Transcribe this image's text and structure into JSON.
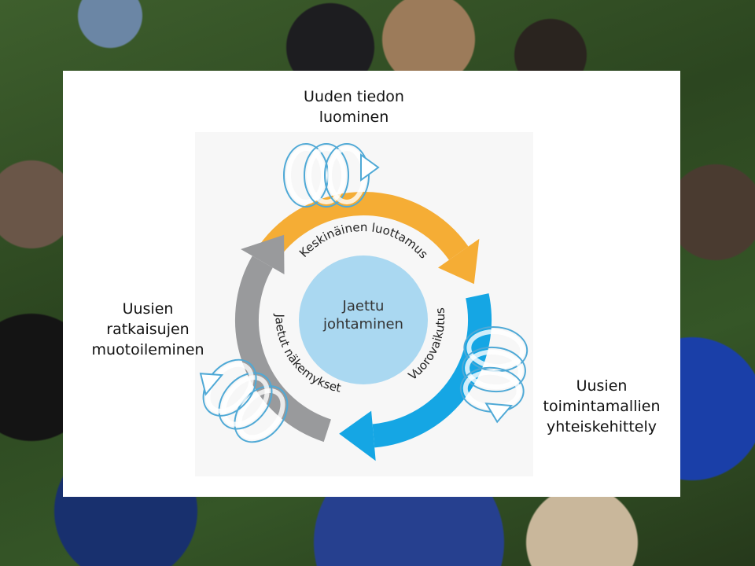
{
  "diagram": {
    "center_label": "Jaettu\njohtaminen",
    "ring_labels": {
      "top": "Keskinäinen luottamus",
      "right": "Vuorovaikutus",
      "left": "Jaetut näkemykset"
    },
    "outer_labels": {
      "top": "Uuden tiedon\nluominen",
      "left": "Uusien\nratkaisujen\nmuotoileminen",
      "right": "Uusien\ntoimintamallien\nyhteiskehittely"
    },
    "colors": {
      "orange_arrow": "#f5ad35",
      "blue_arrow": "#15a6e4",
      "gray_arrow": "#999a9c",
      "center_circle": "#aad8f1",
      "spiral_stroke": "#4fa9d6"
    }
  }
}
